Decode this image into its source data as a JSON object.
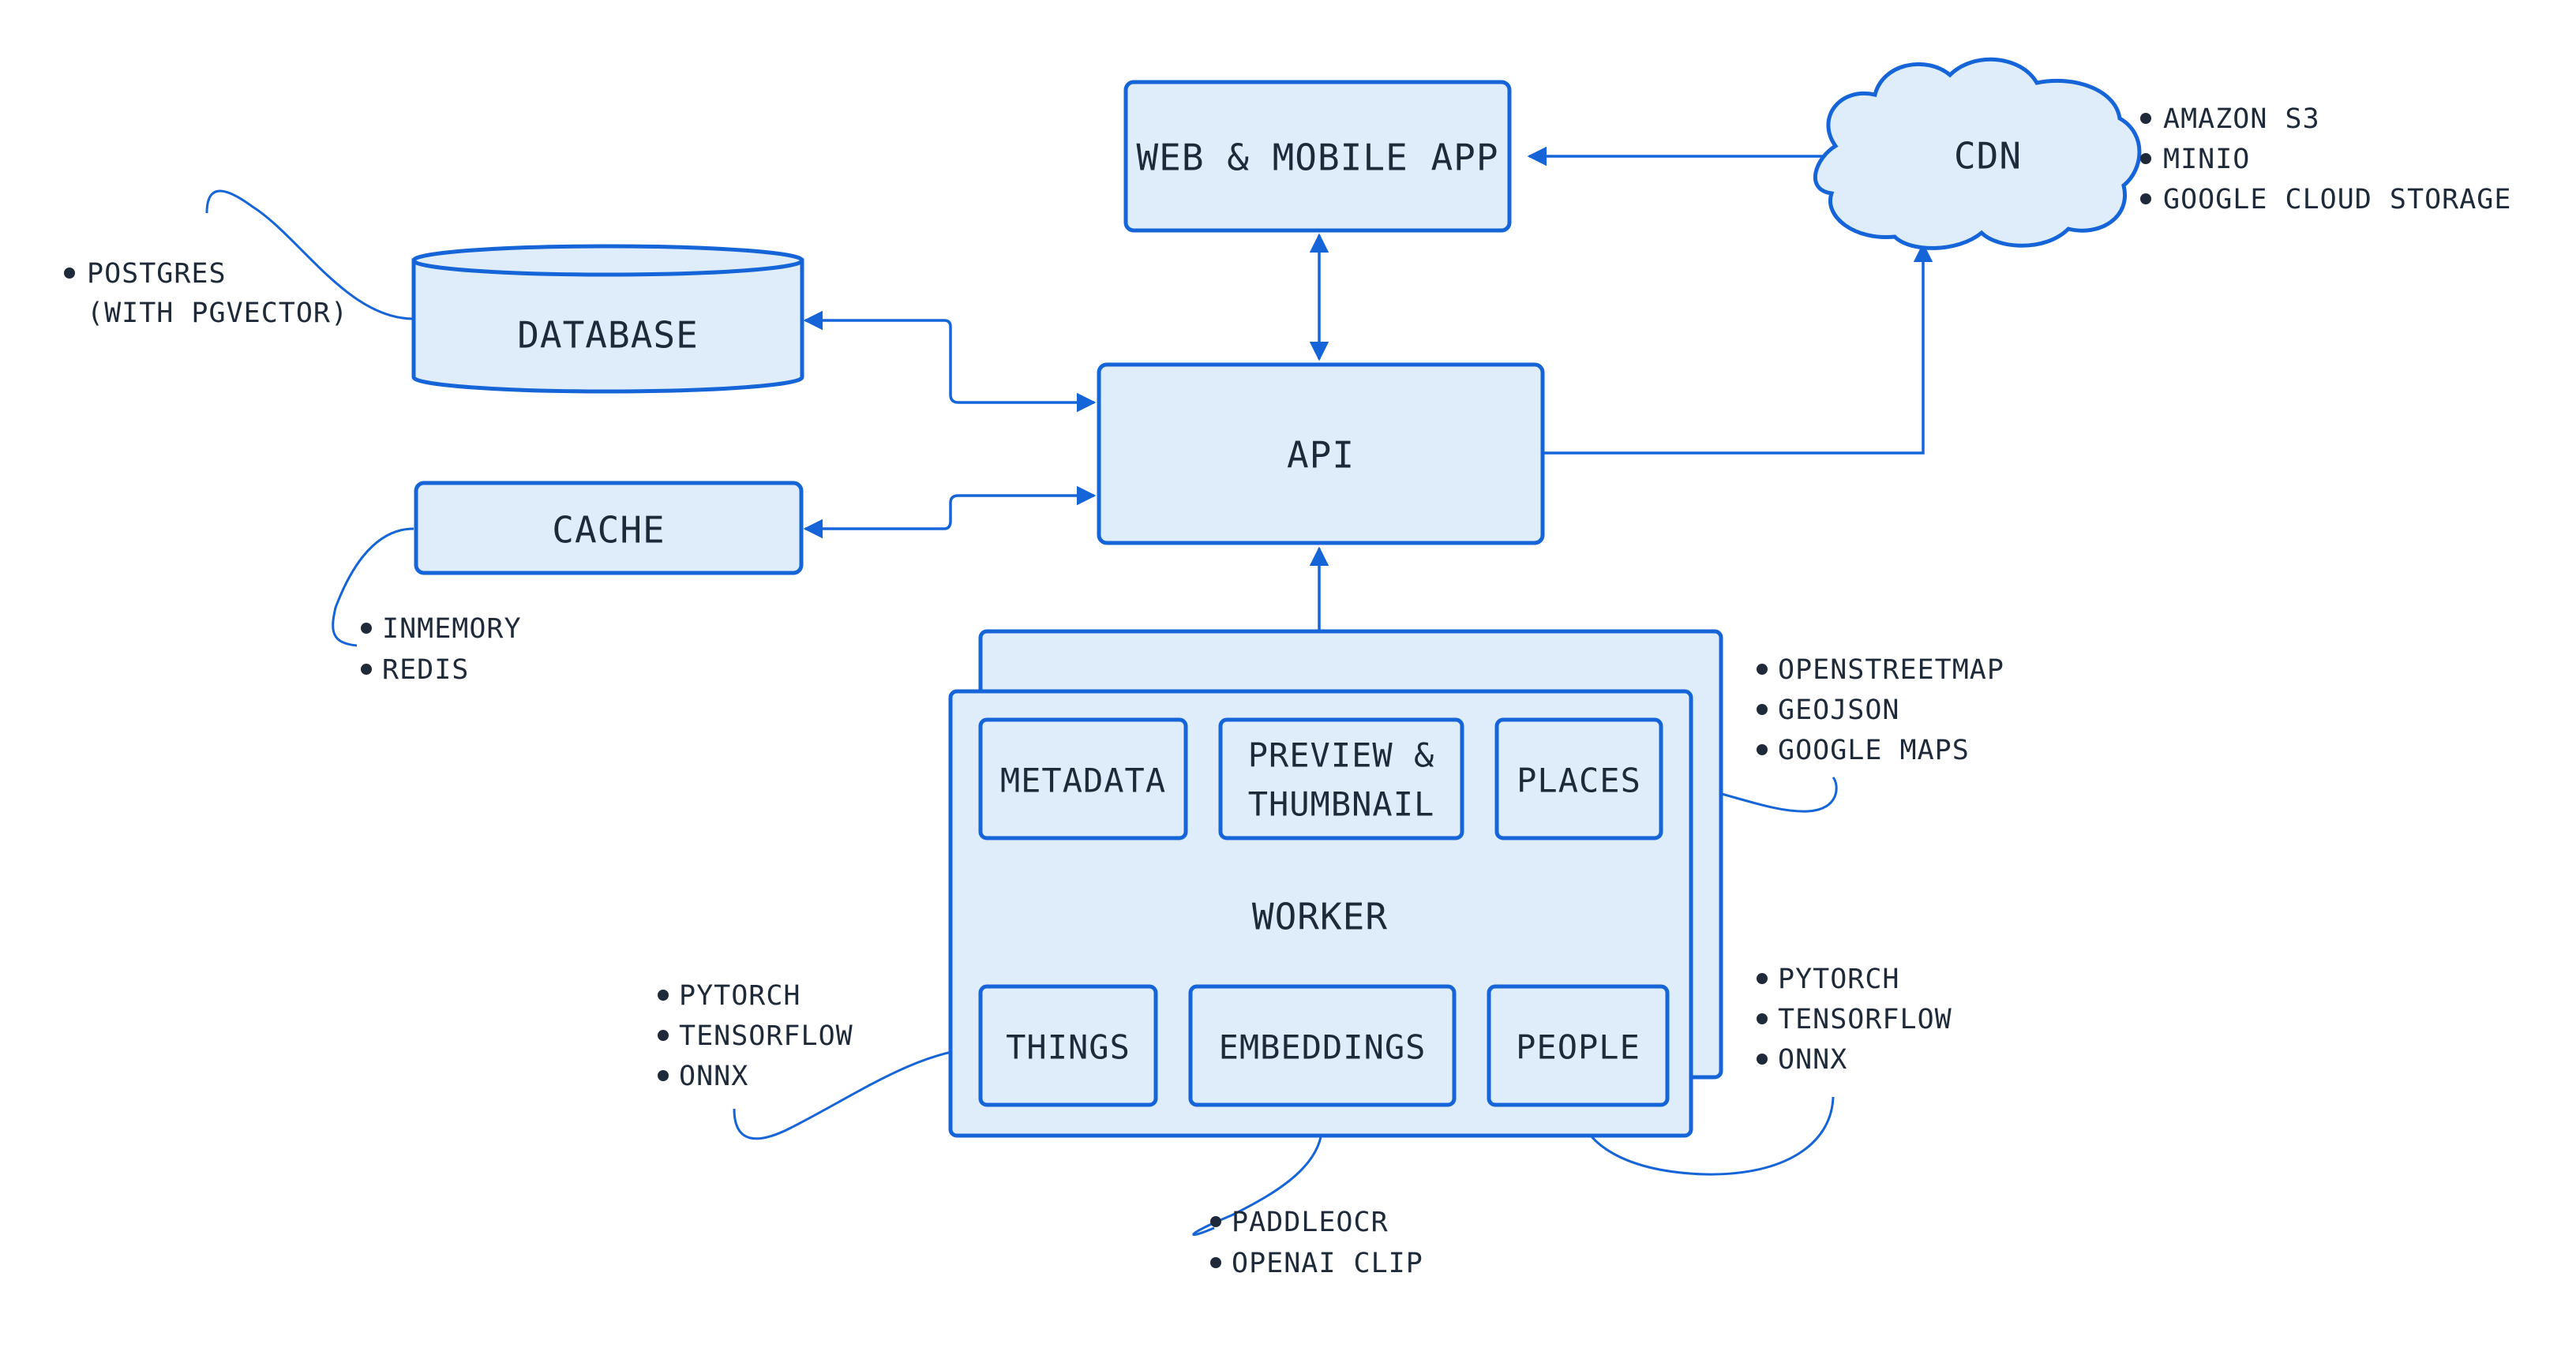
{
  "nodes": {
    "web_app": "WEB & MOBILE APP",
    "cdn": "CDN",
    "database": "DATABASE",
    "cache": "CACHE",
    "api": "API",
    "worker": "WORKER",
    "metadata": "METADATA",
    "preview_line1": "PREVIEW &",
    "preview_line2": "THUMBNAIL",
    "places": "PLACES",
    "things": "THINGS",
    "embeddings": "EMBEDDINGS",
    "people": "PEOPLE"
  },
  "notes": {
    "cdn": [
      "AMAZON S3",
      "MINIO",
      "GOOGLE CLOUD STORAGE"
    ],
    "database_line1": "POSTGRES",
    "database_line2": "(WITH PGVECTOR)",
    "cache": [
      "INMEMORY",
      "REDIS"
    ],
    "places": [
      "OPENSTREETMAP",
      "GEOJSON",
      "GOOGLE MAPS"
    ],
    "things": [
      "PYTORCH",
      "TENSORFLOW",
      "ONNX"
    ],
    "people": [
      "PYTORCH",
      "TENSORFLOW",
      "ONNX"
    ],
    "embeddings": [
      "PADDLEOCR",
      "OPENAI CLIP"
    ]
  },
  "colors": {
    "stroke": "#1565d8",
    "fill": "#dfedfb",
    "text": "#1e2a3a"
  }
}
